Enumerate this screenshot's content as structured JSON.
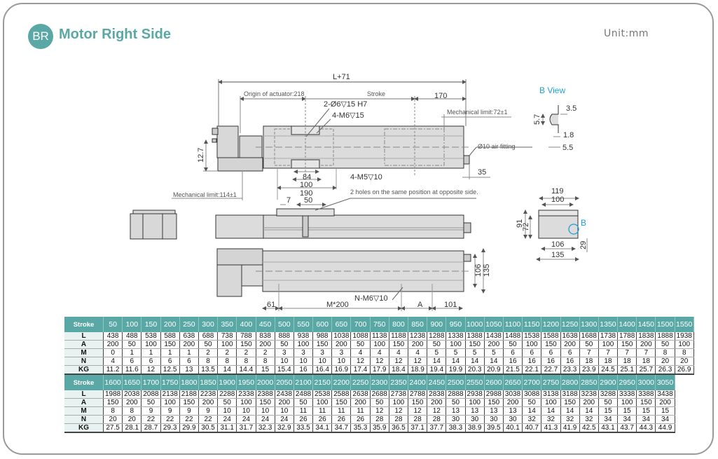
{
  "header": {
    "badge": "BR",
    "title": "Motor Right Side",
    "unit": "Unit:mm"
  },
  "drawing": {
    "overall_length": "L+71",
    "origin_label": "Origin of actuator:218",
    "stroke_label": "Stroke",
    "dim_170": "170",
    "dowel_hole": "2-Ø6▽15 H7",
    "tap_m6": "4-M6▽15",
    "mech_limit_right": "Mechanical limit:72±1",
    "air_fitting": "Ø10 air fitting",
    "dim_12_7": "12.7",
    "dim_84": "84",
    "dim_100": "100",
    "dim_190": "190",
    "tap_m5": "4-M5▽10",
    "dim_35": "35",
    "mech_limit_left": "Mechanical limit:114±1",
    "holes_note": "2 holes on the same position at opposite side.",
    "dim_7": "7",
    "dim_50": "50",
    "bottom_tap": "N-M6▽10",
    "dim_61": "61",
    "dim_m200": "M*200",
    "dim_A": "A",
    "dim_101": "101",
    "dim_106_side": "106",
    "dim_135_side": "135",
    "b_view_title": "B View",
    "b_3_5": "3.5",
    "b_5_7": "5.7",
    "b_1_8": "1.8",
    "b_5_5": "5.5",
    "end_119": "119",
    "end_100": "100",
    "end_91": "91",
    "end_72": "72",
    "end_106": "106",
    "end_135": "135",
    "end_29": "29",
    "end_B": "B"
  },
  "table": {
    "row_labels": [
      "Stroke",
      "L",
      "A",
      "M",
      "N",
      "KG"
    ],
    "part1": {
      "stroke": [
        "50",
        "100",
        "150",
        "200",
        "250",
        "300",
        "350",
        "400",
        "450",
        "500",
        "550",
        "600",
        "650",
        "700",
        "750",
        "800",
        "850",
        "900",
        "950",
        "1000",
        "1050",
        "1100",
        "1150",
        "1200",
        "1250",
        "1300",
        "1350",
        "1400",
        "1450",
        "1500",
        "1550"
      ],
      "L": [
        "438",
        "488",
        "538",
        "588",
        "638",
        "688",
        "738",
        "788",
        "838",
        "888",
        "938",
        "988",
        "1038",
        "1088",
        "1138",
        "1188",
        "1238",
        "1288",
        "1338",
        "1388",
        "1438",
        "1488",
        "1538",
        "1588",
        "1638",
        "1688",
        "1738",
        "1788",
        "1838",
        "1888",
        "1938"
      ],
      "A": [
        "200",
        "50",
        "100",
        "150",
        "200",
        "50",
        "100",
        "150",
        "200",
        "50",
        "100",
        "150",
        "200",
        "50",
        "100",
        "150",
        "200",
        "50",
        "100",
        "150",
        "200",
        "50",
        "100",
        "150",
        "200",
        "50",
        "100",
        "150",
        "200",
        "50",
        "100"
      ],
      "M": [
        "0",
        "1",
        "1",
        "1",
        "1",
        "2",
        "2",
        "2",
        "2",
        "3",
        "3",
        "3",
        "3",
        "4",
        "4",
        "4",
        "4",
        "5",
        "5",
        "5",
        "5",
        "6",
        "6",
        "6",
        "6",
        "7",
        "7",
        "7",
        "7",
        "8",
        "8"
      ],
      "N": [
        "4",
        "6",
        "6",
        "6",
        "6",
        "8",
        "8",
        "8",
        "8",
        "10",
        "10",
        "10",
        "10",
        "12",
        "12",
        "12",
        "12",
        "14",
        "14",
        "14",
        "14",
        "16",
        "16",
        "16",
        "16",
        "18",
        "18",
        "18",
        "18",
        "20",
        "20"
      ],
      "KG": [
        "11.2",
        "11.6",
        "12",
        "12.5",
        "13",
        "13.5",
        "14",
        "14.4",
        "15",
        "15.4",
        "16",
        "16.4",
        "16.9",
        "17.4",
        "17.9",
        "18.4",
        "18.9",
        "19.4",
        "19.9",
        "20.3",
        "20.9",
        "21.5",
        "22.1",
        "22.7",
        "23.3",
        "23.9",
        "24.5",
        "25.1",
        "25.7",
        "26.3",
        "26.9"
      ]
    },
    "part2": {
      "stroke": [
        "1600",
        "1650",
        "1700",
        "1750",
        "1800",
        "1850",
        "1900",
        "1950",
        "2000",
        "2050",
        "2100",
        "2150",
        "2200",
        "2250",
        "2300",
        "2350",
        "2400",
        "2450",
        "2500",
        "2550",
        "2600",
        "2650",
        "2700",
        "2750",
        "2800",
        "2850",
        "2900",
        "2950",
        "3000",
        "3050"
      ],
      "L": [
        "1988",
        "2038",
        "2088",
        "2138",
        "2188",
        "2238",
        "2288",
        "2338",
        "2388",
        "2438",
        "2488",
        "2538",
        "2588",
        "2638",
        "2688",
        "2738",
        "2788",
        "2838",
        "2888",
        "2938",
        "2988",
        "3038",
        "3088",
        "3138",
        "3188",
        "3238",
        "3288",
        "3338",
        "3388",
        "3438"
      ],
      "A": [
        "150",
        "200",
        "50",
        "100",
        "150",
        "200",
        "50",
        "100",
        "150",
        "200",
        "50",
        "100",
        "150",
        "200",
        "50",
        "100",
        "150",
        "200",
        "50",
        "100",
        "150",
        "200",
        "50",
        "100",
        "150",
        "200",
        "50",
        "100",
        "150",
        "200"
      ],
      "M": [
        "8",
        "8",
        "9",
        "9",
        "9",
        "9",
        "10",
        "10",
        "10",
        "10",
        "11",
        "11",
        "11",
        "11",
        "12",
        "12",
        "12",
        "12",
        "13",
        "13",
        "13",
        "13",
        "14",
        "14",
        "14",
        "14",
        "15",
        "15",
        "15",
        "15"
      ],
      "N": [
        "20",
        "20",
        "22",
        "22",
        "22",
        "22",
        "24",
        "24",
        "24",
        "24",
        "26",
        "26",
        "26",
        "26",
        "28",
        "28",
        "28",
        "28",
        "30",
        "30",
        "30",
        "30",
        "32",
        "32",
        "32",
        "32",
        "34",
        "34",
        "34",
        "34"
      ],
      "KG": [
        "27.5",
        "28.1",
        "28.7",
        "29.3",
        "29.9",
        "30.5",
        "31.1",
        "31.7",
        "32.3",
        "32.9",
        "33.5",
        "34.1",
        "34.7",
        "35.3",
        "35.9",
        "36.5",
        "37.1",
        "37.7",
        "38.3",
        "38.9",
        "39.5",
        "40.1",
        "40.7",
        "41.3",
        "41.9",
        "42.5",
        "43.1",
        "43.7",
        "44.3",
        "44.9"
      ]
    }
  },
  "colors": {
    "accent": "#5aa8a6",
    "b_view": "#1e9fd8"
  }
}
